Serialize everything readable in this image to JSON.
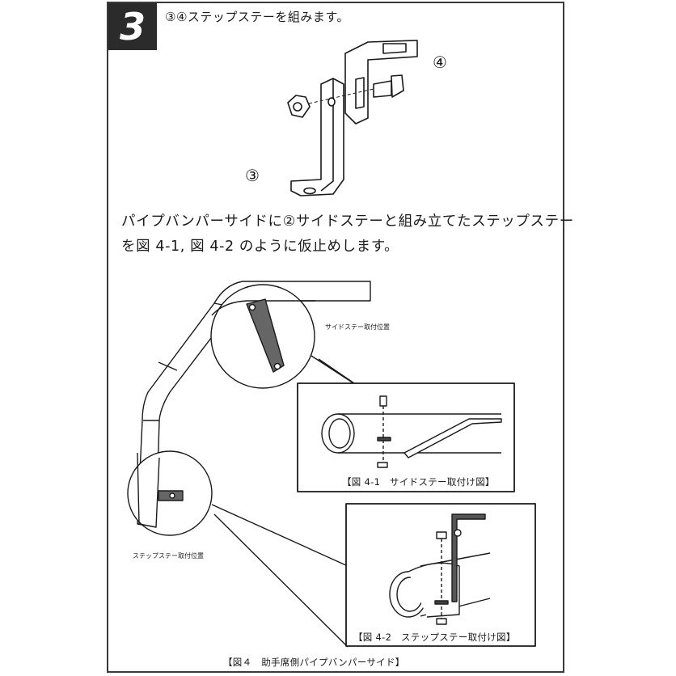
{
  "step": {
    "number": "3",
    "title": "③④ステップステーを組みます。"
  },
  "parts": {
    "label_3": "③",
    "label_4": "④"
  },
  "instruction": {
    "line1": "パイプバンパーサイドに②サイドステーと組み立てたステップステー",
    "line2": "を図 4-1, 図 4-2 のように仮止めします。"
  },
  "figure": {
    "side_stay_position_label": "サイドステー取付位置",
    "step_stay_position_label": "ステップステー取付位置",
    "caption_4_1": "【図 4-1　サイドステー取付け図】",
    "caption_4_2": "【図 4-2　ステップステー取付け図】",
    "caption_4": "【図４　助手席側パイプバンパーサイド】"
  }
}
